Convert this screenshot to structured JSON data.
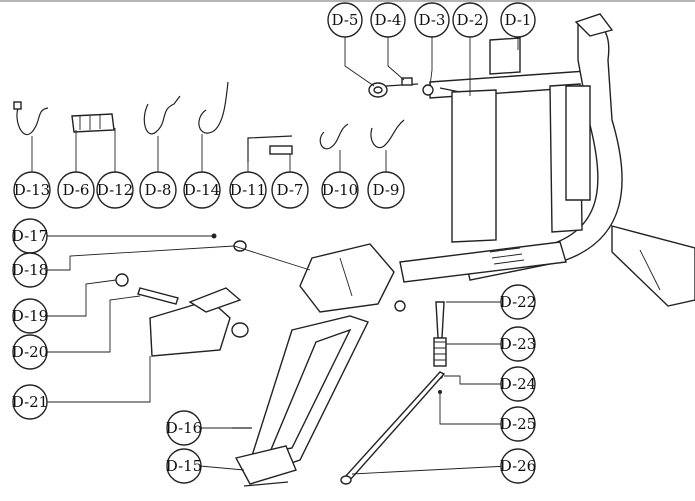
{
  "diagram": {
    "labels": {
      "d1": "D-1",
      "d2": "D-2",
      "d3": "D-3",
      "d4": "D-4",
      "d5": "D-5",
      "d6": "D-6",
      "d7": "D-7",
      "d8": "D-8",
      "d9": "D-9",
      "d10": "D-10",
      "d11": "D-11",
      "d12": "D-12",
      "d13": "D-13",
      "d14": "D-14",
      "d15": "D-15",
      "d16": "D-16",
      "d17": "D-17",
      "d18": "D-18",
      "d19": "D-19",
      "d20": "D-20",
      "d21": "D-21",
      "d22": "D-22",
      "d23": "D-23",
      "d24": "D-24",
      "d25": "D-25",
      "d26": "D-26"
    }
  }
}
